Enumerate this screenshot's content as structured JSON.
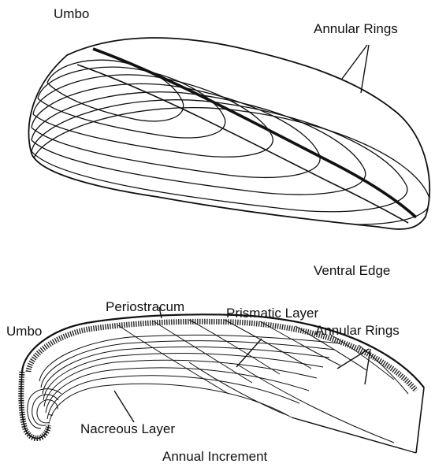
{
  "top_view": {
    "umbo": "Umbo",
    "annular_rings": "Annular Rings",
    "ventral_edge": "Ventral Edge"
  },
  "cross_section": {
    "periostracum": "Periostracum",
    "prismatic_layer": "Prismatic Layer",
    "umbo": "Umbo",
    "annular_rings": "Annular Rings",
    "nacreous_layer": "Nacreous Layer",
    "annual_increment": "Annual Increment"
  },
  "colors": {
    "ink": "#111111",
    "background": "#ffffff"
  }
}
